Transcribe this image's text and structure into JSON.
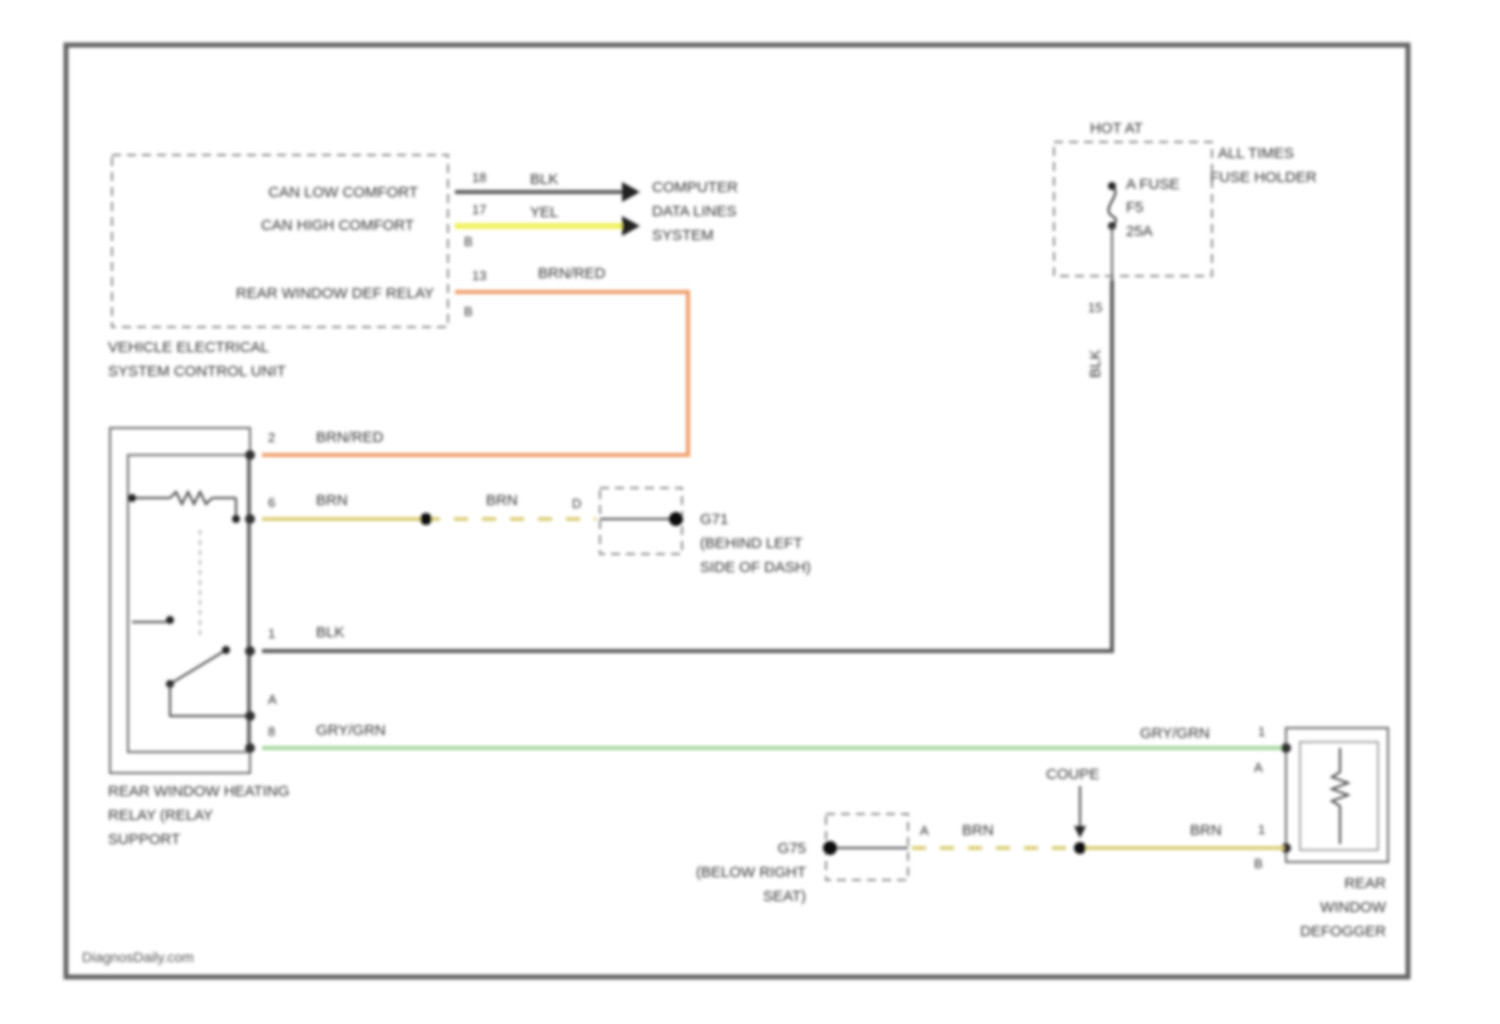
{
  "colors": {
    "frame": "#666666",
    "wire_blk": "#5a5a5a",
    "wire_yel": "#f1f263",
    "wire_brn_red": "#ef9f6c",
    "wire_brn": "#ddd07a",
    "wire_gry_grn": "#a8d8a0",
    "dashed": "#8a8a8a"
  },
  "modules": {
    "vescu": {
      "signals": {
        "can_low": "CAN LOW COMFORT",
        "can_high": "CAN HIGH COMFORT",
        "relay": "REAR WINDOW DEF RELAY"
      },
      "name_line1": "VEHICLE ELECTRICAL",
      "name_line2": "SYSTEM CONTROL UNIT"
    },
    "fuse_holder": {
      "hot_label": "HOT AT",
      "name_line1": "ALL TIMES",
      "name_line2": "FUSE HOLDER",
      "fuse_line1": "A FUSE",
      "fuse_line2": "F5",
      "fuse_line3": "25A"
    },
    "relay": {
      "name_line1": "REAR WINDOW HEATING",
      "name_line2": "RELAY (RELAY",
      "name_line3": "SUPPORT"
    },
    "defogger": {
      "name_line1": "REAR",
      "name_line2": "WINDOW",
      "name_line3": "DEFOGGER"
    }
  },
  "computer_data": {
    "line1": "COMPUTER",
    "line2": "DATA LINES",
    "line3": "SYSTEM"
  },
  "grounds": {
    "g1_name": "G71",
    "g1_line1": "(BEHIND LEFT",
    "g1_line2": "SIDE OF DASH)",
    "g2_name": "G75",
    "g2_line1": "(BELOW RIGHT",
    "g2_line2": "SEAT)"
  },
  "wires": {
    "blk": "BLK",
    "yel": "YEL",
    "brn_red": "BRN/RED",
    "brn": "BRN",
    "gry_grn": "GRY/GRN"
  },
  "pins": {
    "vescu_blk": "18",
    "vescu_yel": "17",
    "vescu_yel_conn": "B",
    "vescu_relay": "13",
    "vescu_relay_conn": "B",
    "fuse_out": "15",
    "relay_2": "2",
    "relay_6": "6",
    "relay_1": "1",
    "relay_a": "A",
    "relay_8": "8",
    "ground1_conn": "D",
    "ground2_conn": "A",
    "defog_a": "A",
    "defog_b": "B",
    "defog_pin1": "1",
    "defog_pin2": "1"
  },
  "coupe_label": "COUPE",
  "watermark": "DiagnosDaily.com"
}
